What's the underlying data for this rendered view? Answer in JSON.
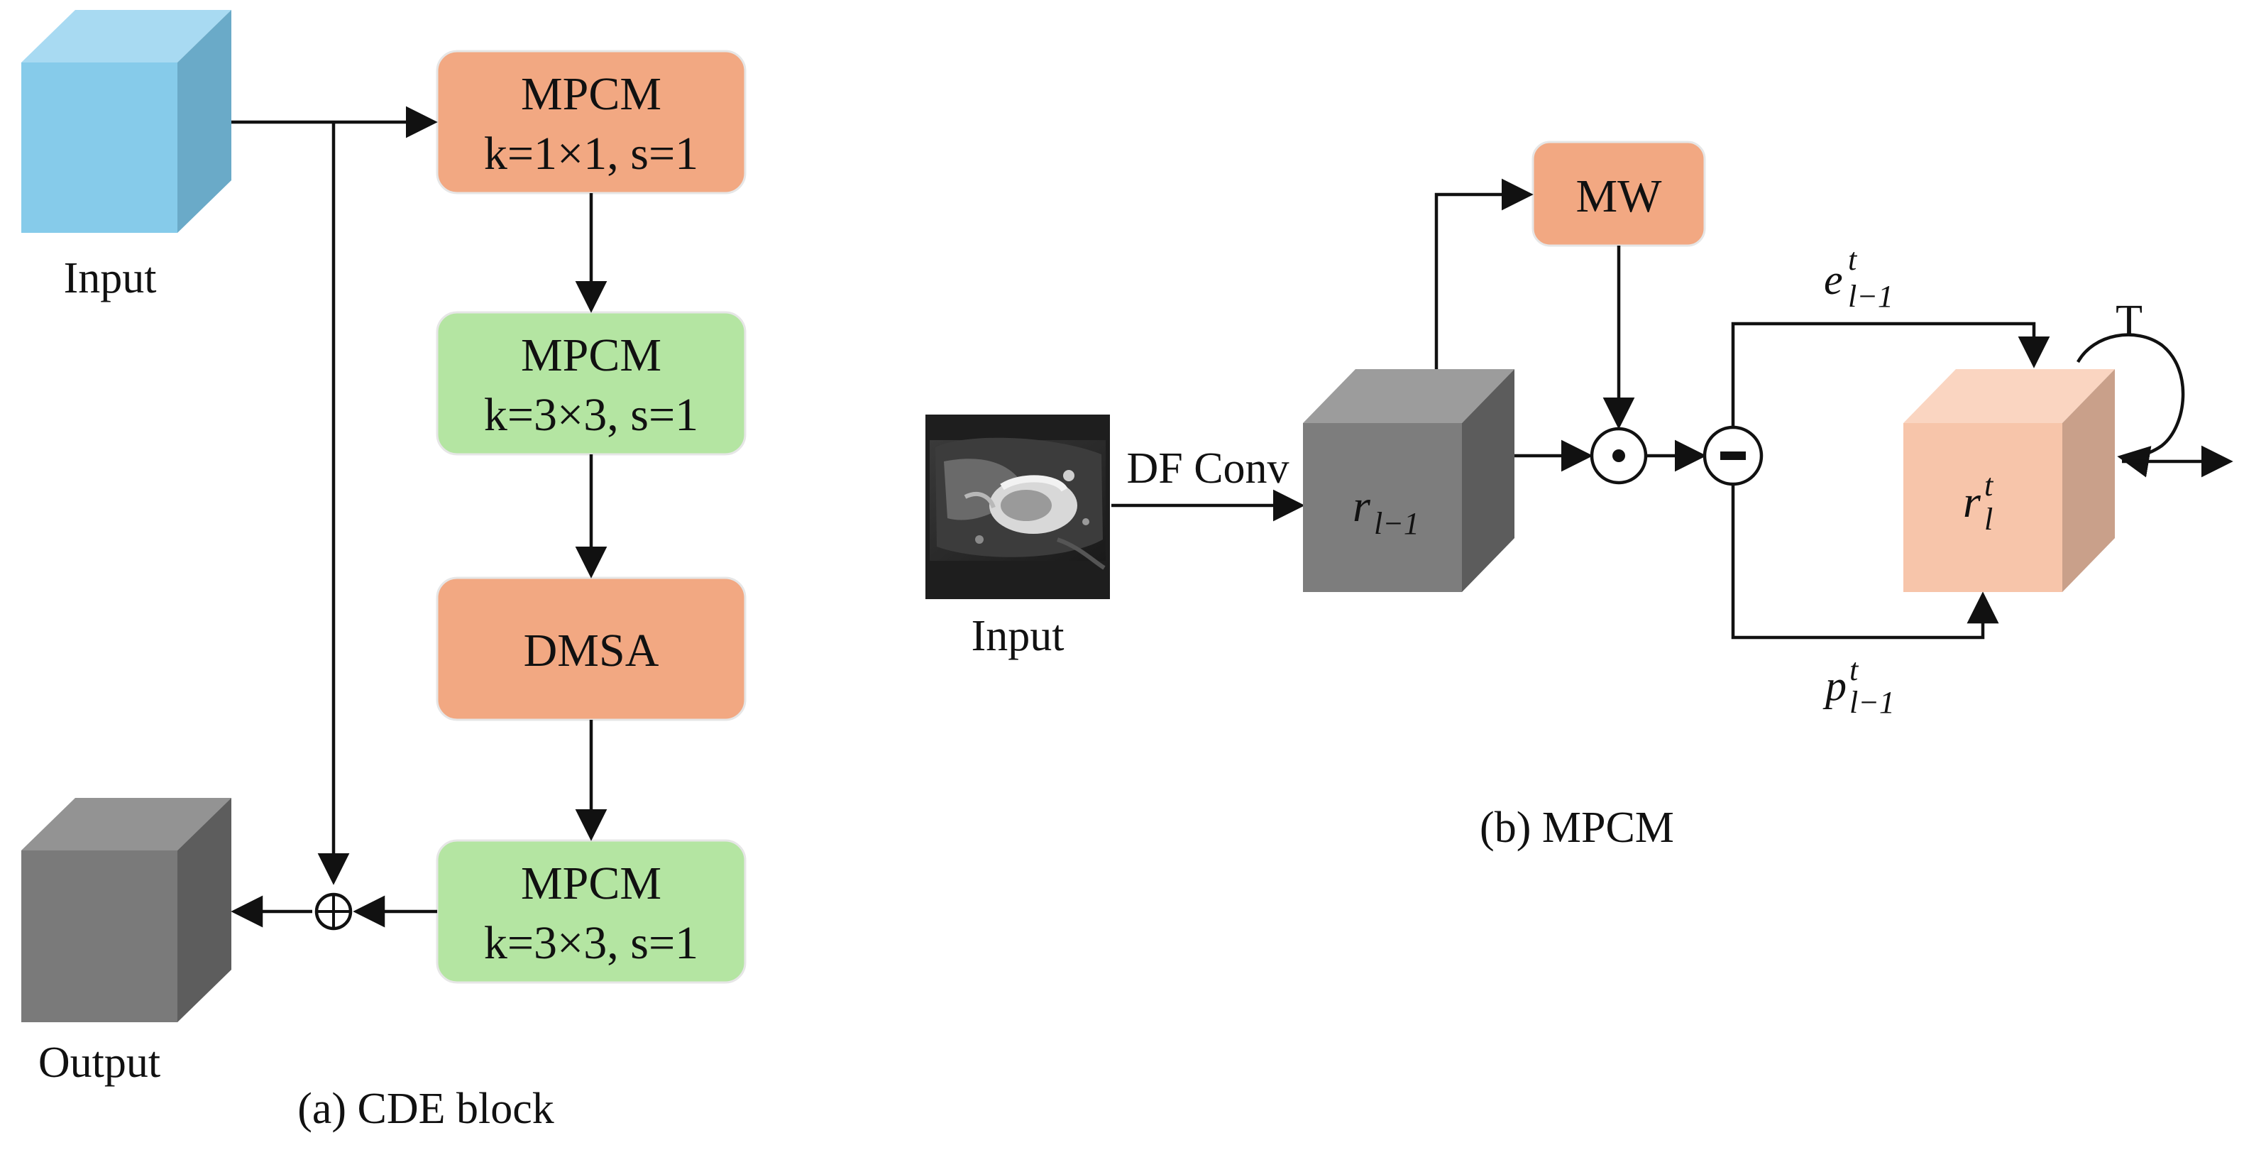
{
  "panel_a": {
    "caption": "(a) CDE block",
    "input_label": "Input",
    "output_label": "Output",
    "boxes": [
      {
        "line1": "MPCM",
        "line2": "k=1×1, s=1",
        "color": "#f2a882"
      },
      {
        "line1": "MPCM",
        "line2": "k=3×3, s=1",
        "color": "#b4e5a2"
      },
      {
        "line1": "DMSA",
        "line2": "",
        "color": "#f2a882"
      },
      {
        "line1": "MPCM",
        "line2": "k=3×3, s=1",
        "color": "#b4e5a2"
      }
    ],
    "add_symbol": "⊕",
    "input_cube_color": "#86cbea",
    "output_cube_color": "#7a7a7a"
  },
  "panel_b": {
    "caption": "(b) MPCM",
    "input_label": "Input",
    "df_conv_label": "DF Conv",
    "mw_label": "MW",
    "mw_color": "#f2a882",
    "r_prev": {
      "base": "r",
      "sub": "l−1"
    },
    "r_curr": {
      "base": "r",
      "sup": "t",
      "sub": "l"
    },
    "e_label": {
      "base": "e",
      "sup": "t",
      "sub": "l−1"
    },
    "p_label": {
      "base": "p",
      "sup": "t",
      "sub": "l−1"
    },
    "loop_label": "T",
    "gray_cube_color": "#7d7d7d",
    "peach_cube_color": "#f7c5aa"
  }
}
